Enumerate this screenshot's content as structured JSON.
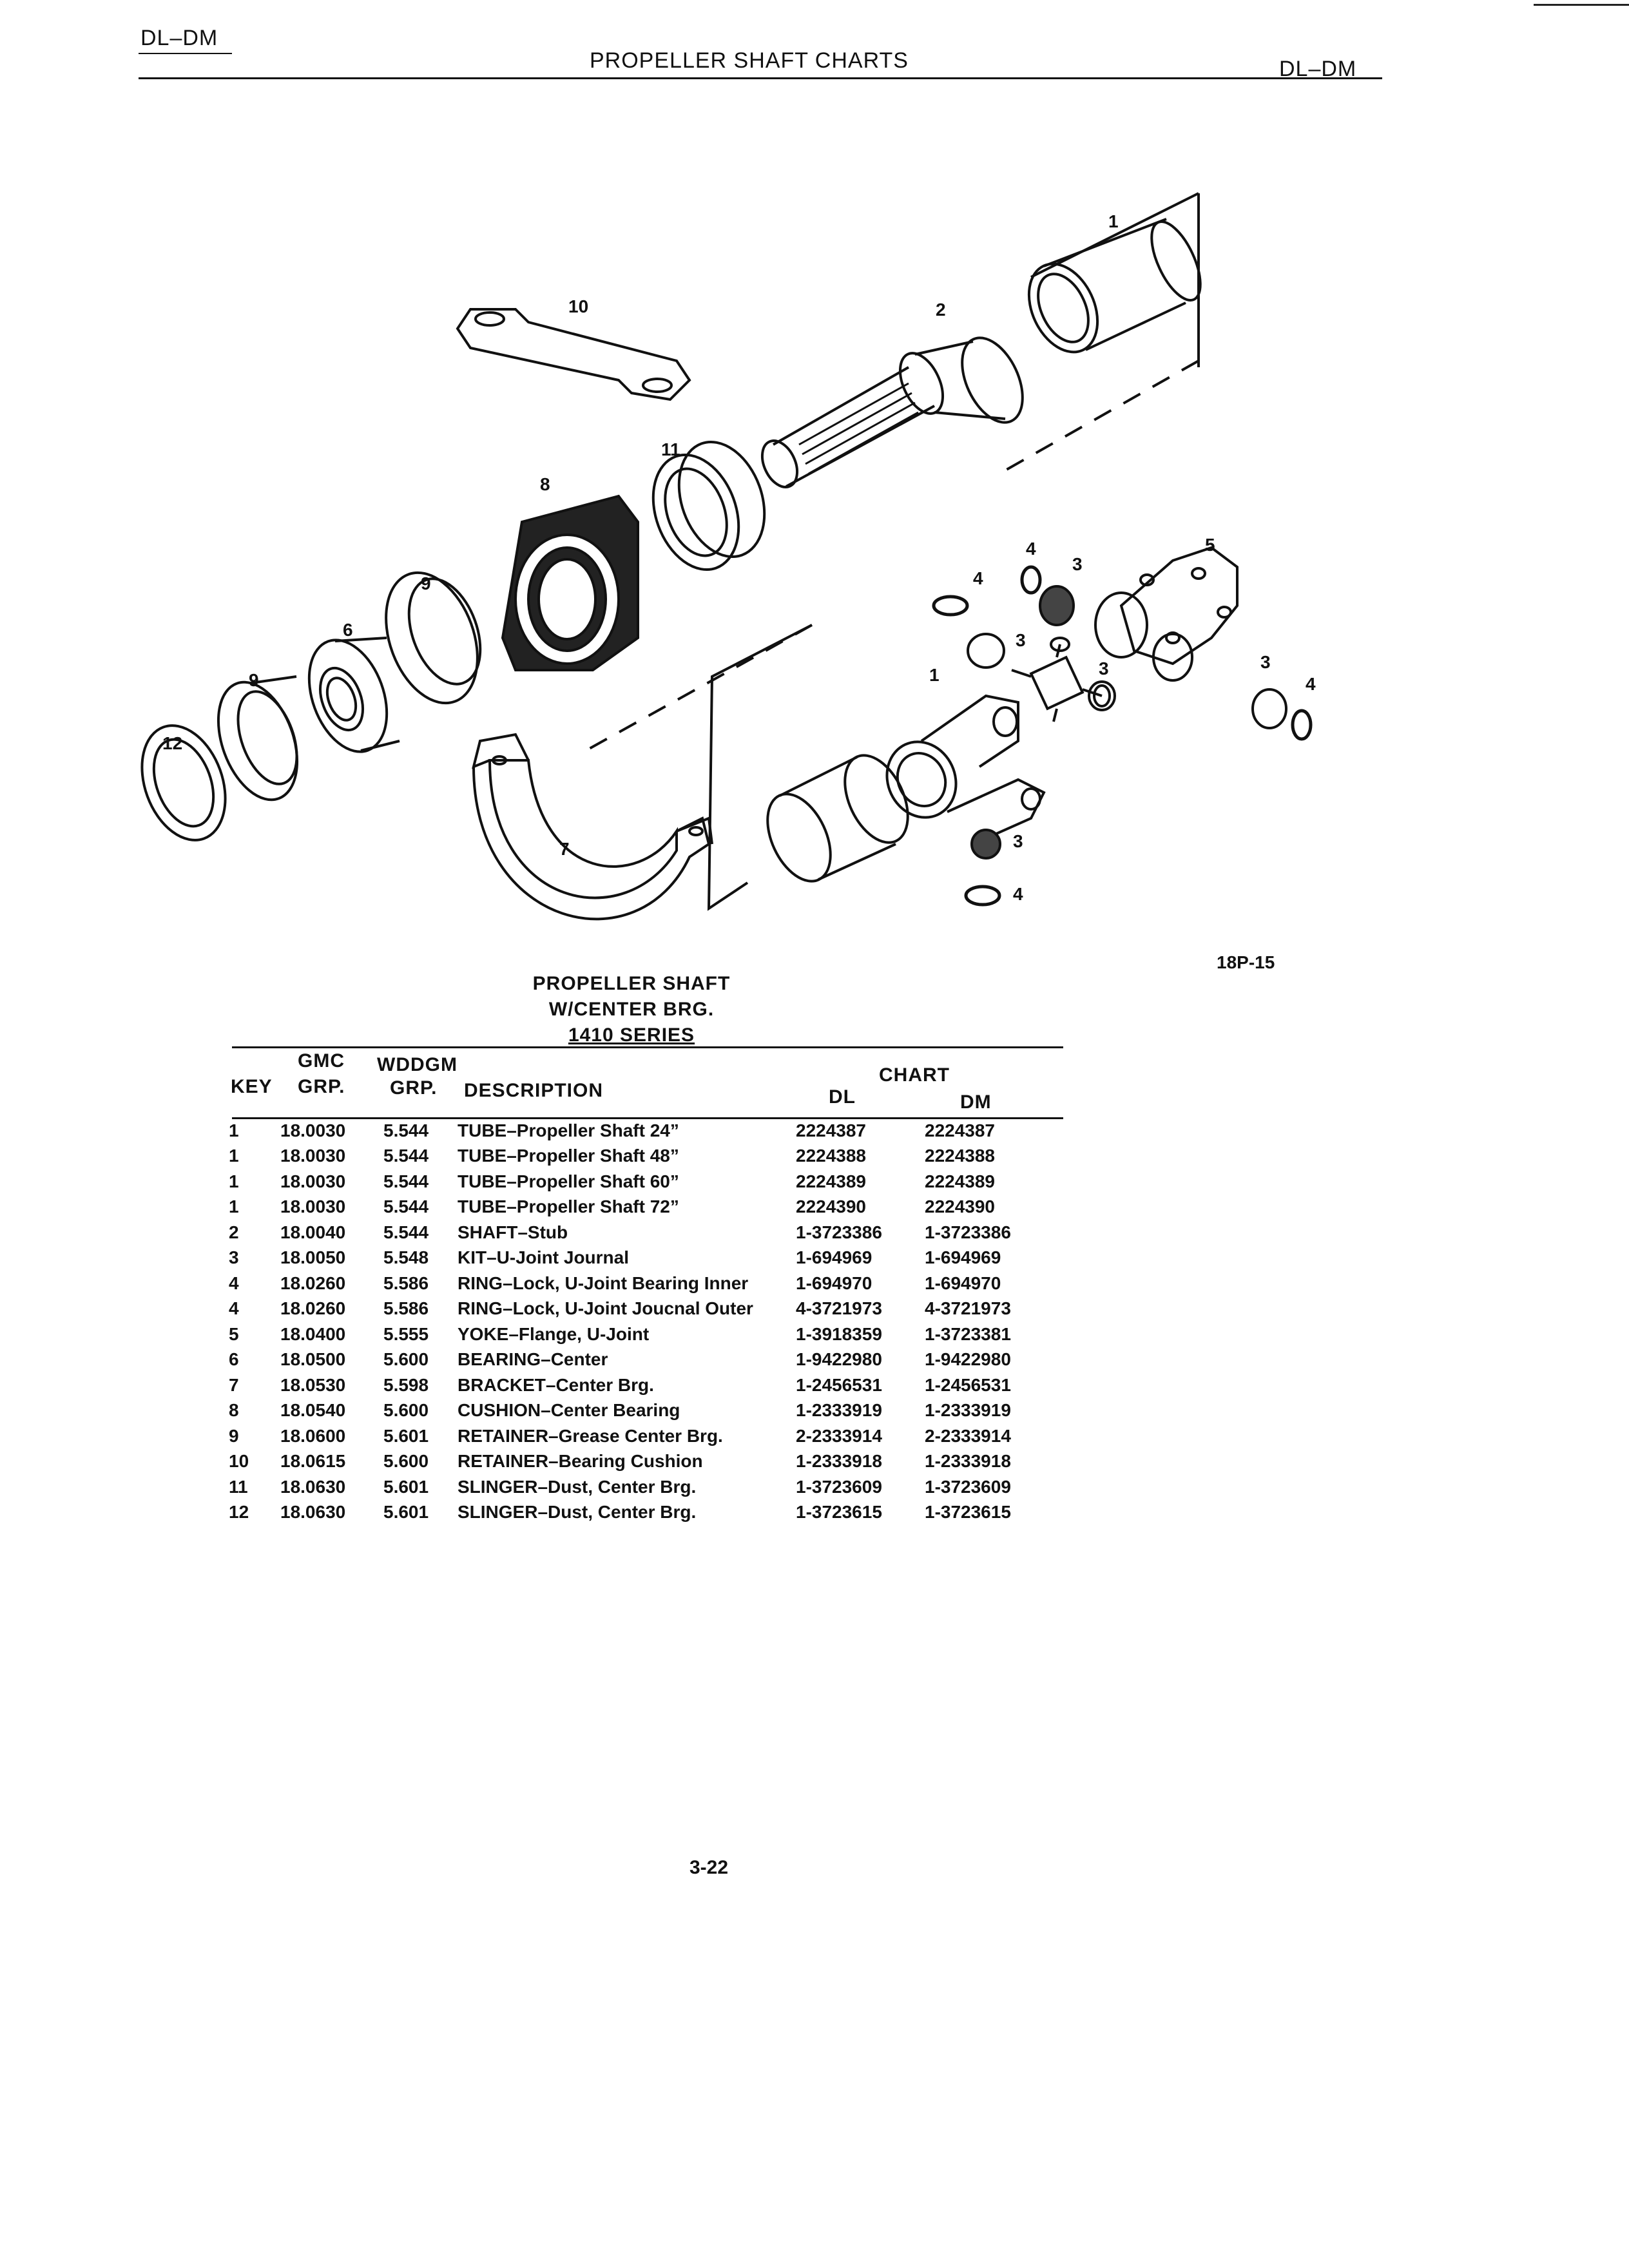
{
  "header": {
    "left": "DL–DM",
    "title": "PROPELLER SHAFT CHARTS",
    "right": "DL–DM"
  },
  "diagram": {
    "figure_code": "18P-15",
    "callouts": {
      "c1a": "1",
      "c2": "2",
      "c10": "10",
      "c11": "11",
      "c8": "8",
      "c9a": "9",
      "c6": "6",
      "c9b": "9",
      "c12": "12",
      "c7": "7",
      "c4a": "4",
      "c4b": "4",
      "c3a": "3",
      "c5": "5",
      "c3b": "3",
      "c1b": "1",
      "c3c": "3",
      "c3d": "3",
      "c4c": "4",
      "c3e": "3",
      "c4d": "4"
    },
    "caption": {
      "line1": "PROPELLER SHAFT",
      "line2": "W/CENTER BRG.",
      "line3": "1410 SERIES"
    }
  },
  "table": {
    "headers": {
      "gmc": "GMC",
      "wddgm": "WDDGM",
      "chart": "CHART",
      "key": "KEY",
      "gmc_grp": "GRP.",
      "wddgm_grp": "GRP.",
      "description": "DESCRIPTION",
      "dl": "DL",
      "dm": "DM"
    },
    "rows": [
      {
        "key": "1",
        "gmc": "18.0030",
        "wddgm": "5.544",
        "desc": "TUBE–Propeller Shaft 24”",
        "dl": "2224387",
        "dm": "2224387"
      },
      {
        "key": "1",
        "gmc": "18.0030",
        "wddgm": "5.544",
        "desc": "TUBE–Propeller Shaft 48”",
        "dl": "2224388",
        "dm": "2224388"
      },
      {
        "key": "1",
        "gmc": "18.0030",
        "wddgm": "5.544",
        "desc": "TUBE–Propeller Shaft 60”",
        "dl": "2224389",
        "dm": "2224389"
      },
      {
        "key": "1",
        "gmc": "18.0030",
        "wddgm": "5.544",
        "desc": "TUBE–Propeller Shaft 72”",
        "dl": "2224390",
        "dm": "2224390"
      },
      {
        "key": "2",
        "gmc": "18.0040",
        "wddgm": "5.544",
        "desc": "SHAFT–Stub",
        "dl": "1-3723386",
        "dm": "1-3723386"
      },
      {
        "key": "3",
        "gmc": "18.0050",
        "wddgm": "5.548",
        "desc": "KIT–U-Joint Journal",
        "dl": "1-694969",
        "dm": "1-694969"
      },
      {
        "key": "4",
        "gmc": "18.0260",
        "wddgm": "5.586",
        "desc": "RING–Lock, U-Joint Bearing Inner",
        "dl": "1-694970",
        "dm": "1-694970"
      },
      {
        "key": "4",
        "gmc": "18.0260",
        "wddgm": "5.586",
        "desc": "RING–Lock, U-Joint Joucnal Outer",
        "dl": "4-3721973",
        "dm": "4-3721973"
      },
      {
        "key": "5",
        "gmc": "18.0400",
        "wddgm": "5.555",
        "desc": "YOKE–Flange, U-Joint",
        "dl": "1-3918359",
        "dm": "1-3723381"
      },
      {
        "key": "6",
        "gmc": "18.0500",
        "wddgm": "5.600",
        "desc": "BEARING–Center",
        "dl": "1-9422980",
        "dm": "1-9422980"
      },
      {
        "key": "7",
        "gmc": "18.0530",
        "wddgm": "5.598",
        "desc": "BRACKET–Center Brg.",
        "dl": "1-2456531",
        "dm": "1-2456531"
      },
      {
        "key": "8",
        "gmc": "18.0540",
        "wddgm": "5.600",
        "desc": "CUSHION–Center Bearing",
        "dl": "1-2333919",
        "dm": "1-2333919"
      },
      {
        "key": "9",
        "gmc": "18.0600",
        "wddgm": "5.601",
        "desc": "RETAINER–Grease Center Brg.",
        "dl": "2-2333914",
        "dm": "2-2333914"
      },
      {
        "key": "10",
        "gmc": "18.0615",
        "wddgm": "5.600",
        "desc": "RETAINER–Bearing Cushion",
        "dl": "1-2333918",
        "dm": "1-2333918"
      },
      {
        "key": "11",
        "gmc": "18.0630",
        "wddgm": "5.601",
        "desc": "SLINGER–Dust, Center Brg.",
        "dl": "1-3723609",
        "dm": "1-3723609"
      },
      {
        "key": "12",
        "gmc": "18.0630",
        "wddgm": "5.601",
        "desc": "SLINGER–Dust, Center Brg.",
        "dl": "1-3723615",
        "dm": "1-3723615"
      }
    ]
  },
  "footer": {
    "page_number": "3-22"
  }
}
